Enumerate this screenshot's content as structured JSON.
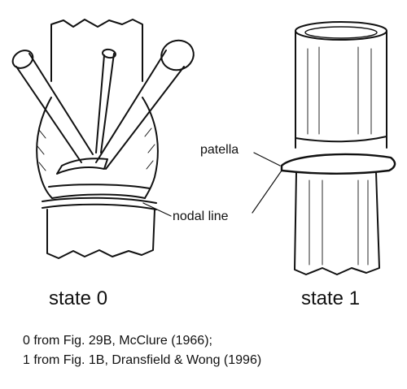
{
  "labels": {
    "patella": "patella",
    "nodal_line": "nodal line",
    "state_0": "state 0",
    "state_1": "state 1"
  },
  "caption": {
    "line1": "0 from Fig. 29B, McClure (1966);",
    "line2": "1 from Fig. 1B, Dransfield & Wong (1996)"
  }
}
